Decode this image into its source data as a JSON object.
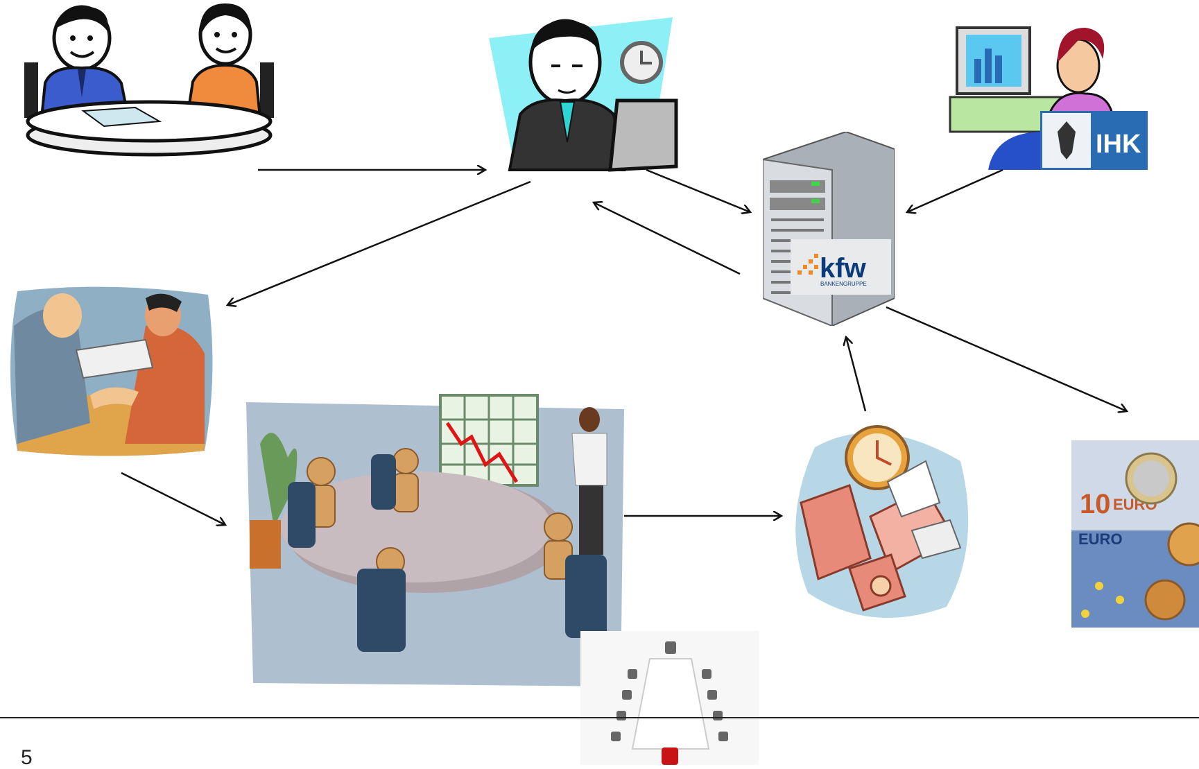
{
  "slide": {
    "page_number": "5"
  },
  "logos": {
    "ihk": "IHK",
    "kfw": "kfw",
    "kfw_sub": "BANKENGRUPPE"
  },
  "banknote": {
    "denomination": "10",
    "currency": "EURO"
  },
  "icons": {
    "consultation": "two-people-at-table-icon",
    "clerk": "man-typing-laptop-icon",
    "ihk_worker": "woman-at-computer-icon",
    "server": "server-tower-icon",
    "handshake": "handshake-contract-icon",
    "meeting": "board-meeting-chart-icon",
    "office": "office-documents-clock-icon",
    "money": "euro-money-icon",
    "boardroom": "empty-boardroom-table-icon"
  },
  "colors": {
    "arrow": "#111111",
    "ihk_blue": "#2a6cb3",
    "kfw_orange": "#f08a24",
    "kfw_blue": "#0b3b78"
  }
}
